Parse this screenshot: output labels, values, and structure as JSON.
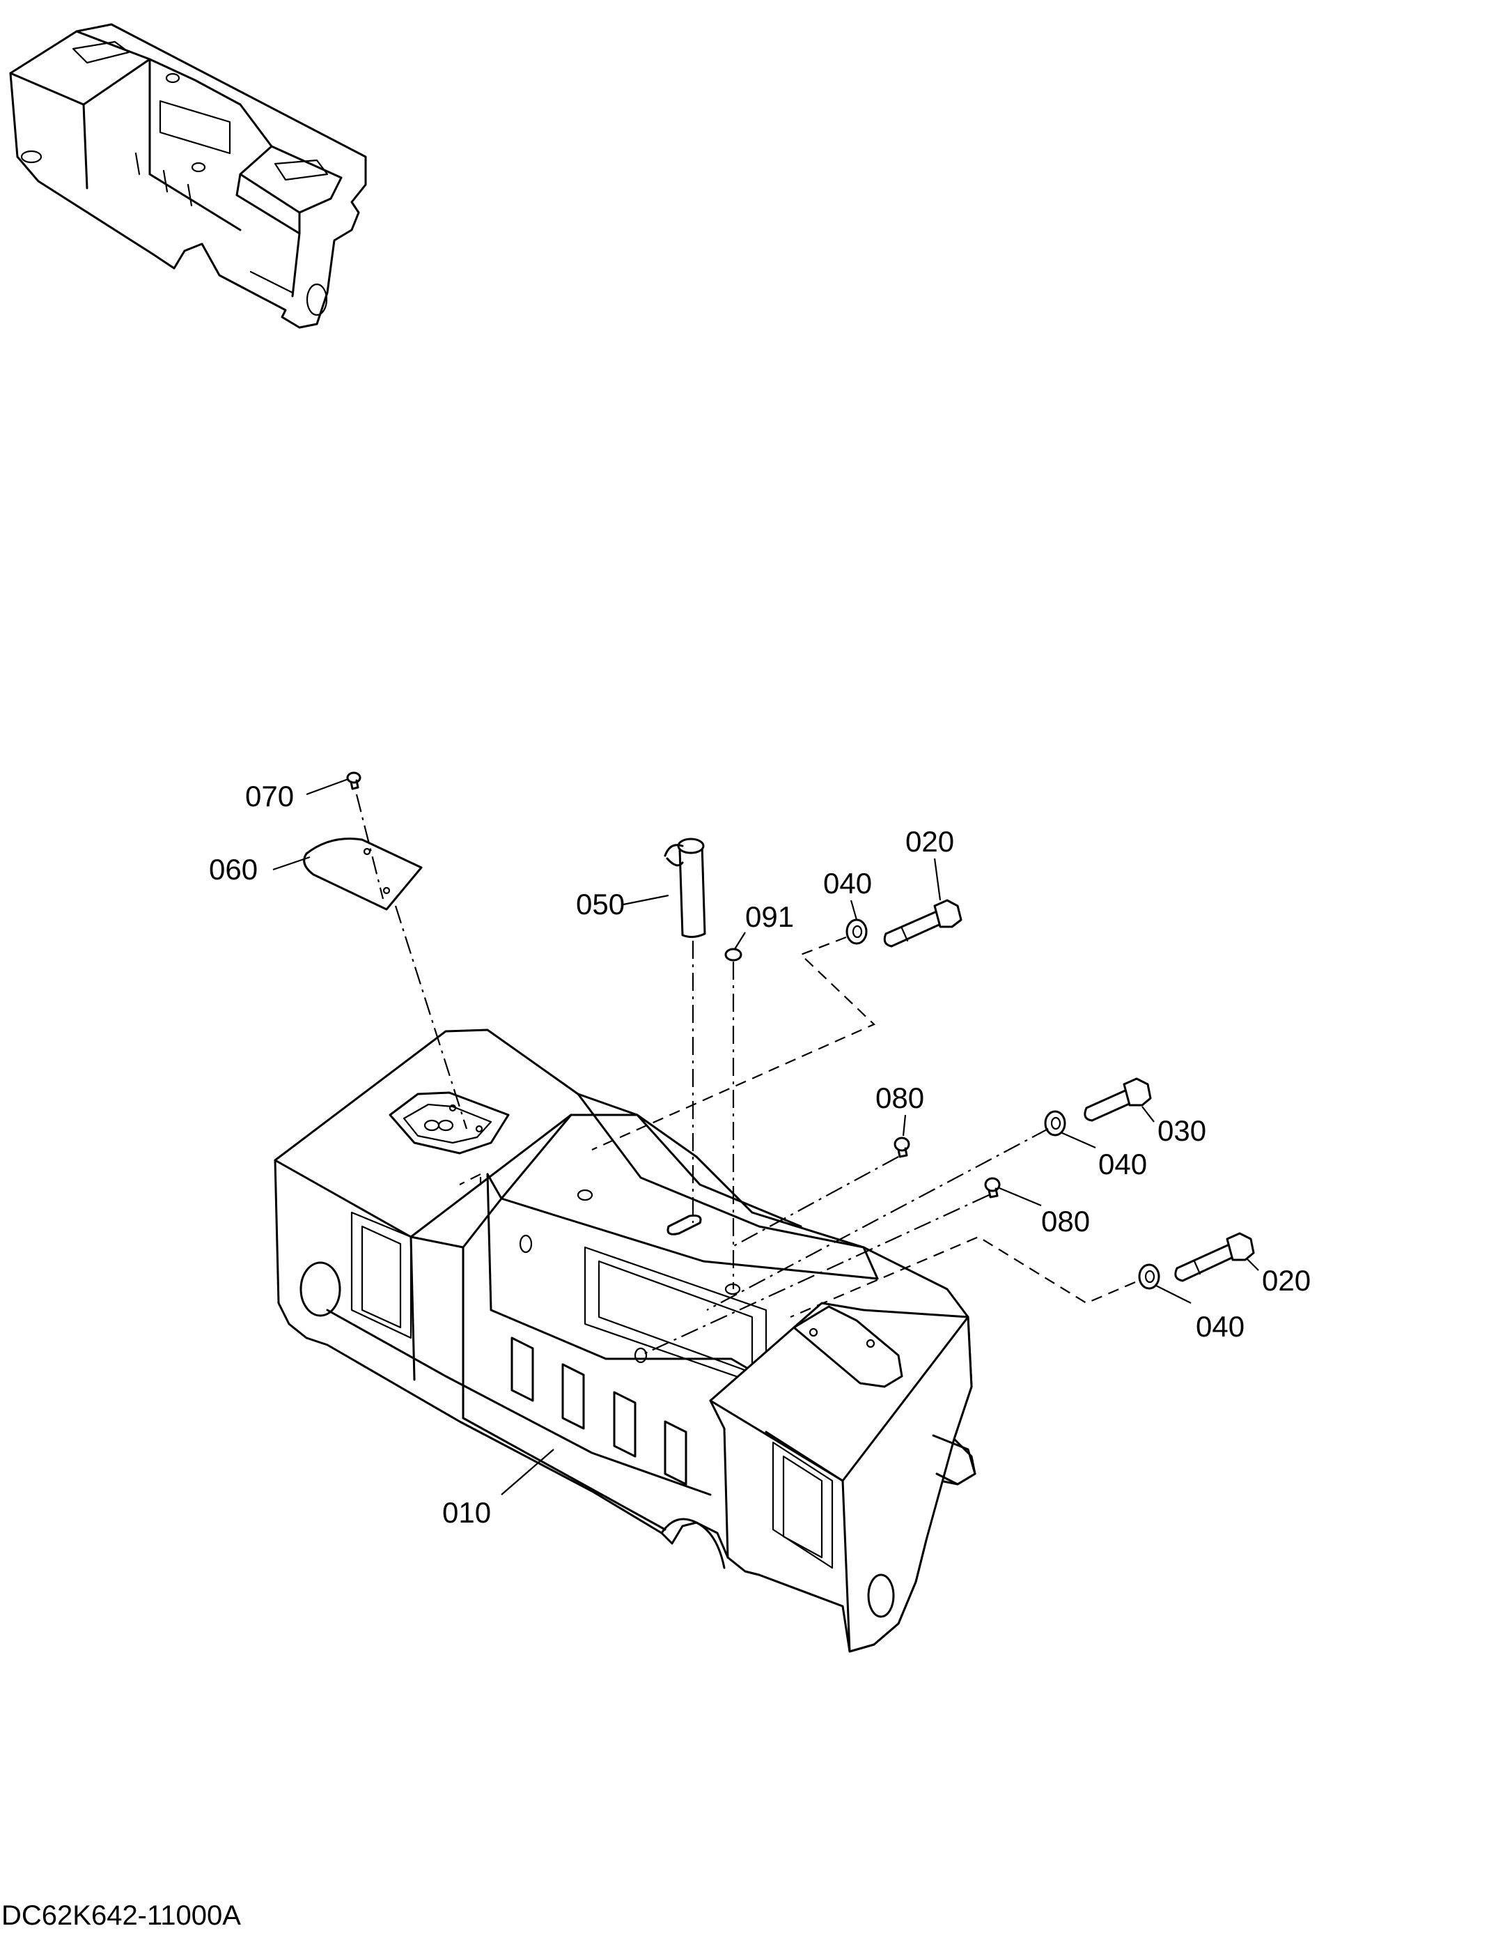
{
  "diagram": {
    "document_id": "DC62K642-11000A",
    "callouts": {
      "c010": "010",
      "c020a": "020",
      "c020b": "020",
      "c030": "030",
      "c040a": "040",
      "c040b": "040",
      "c040c": "040",
      "c050": "050",
      "c060": "060",
      "c070": "070",
      "c080a": "080",
      "c080b": "080",
      "c091": "091"
    }
  }
}
